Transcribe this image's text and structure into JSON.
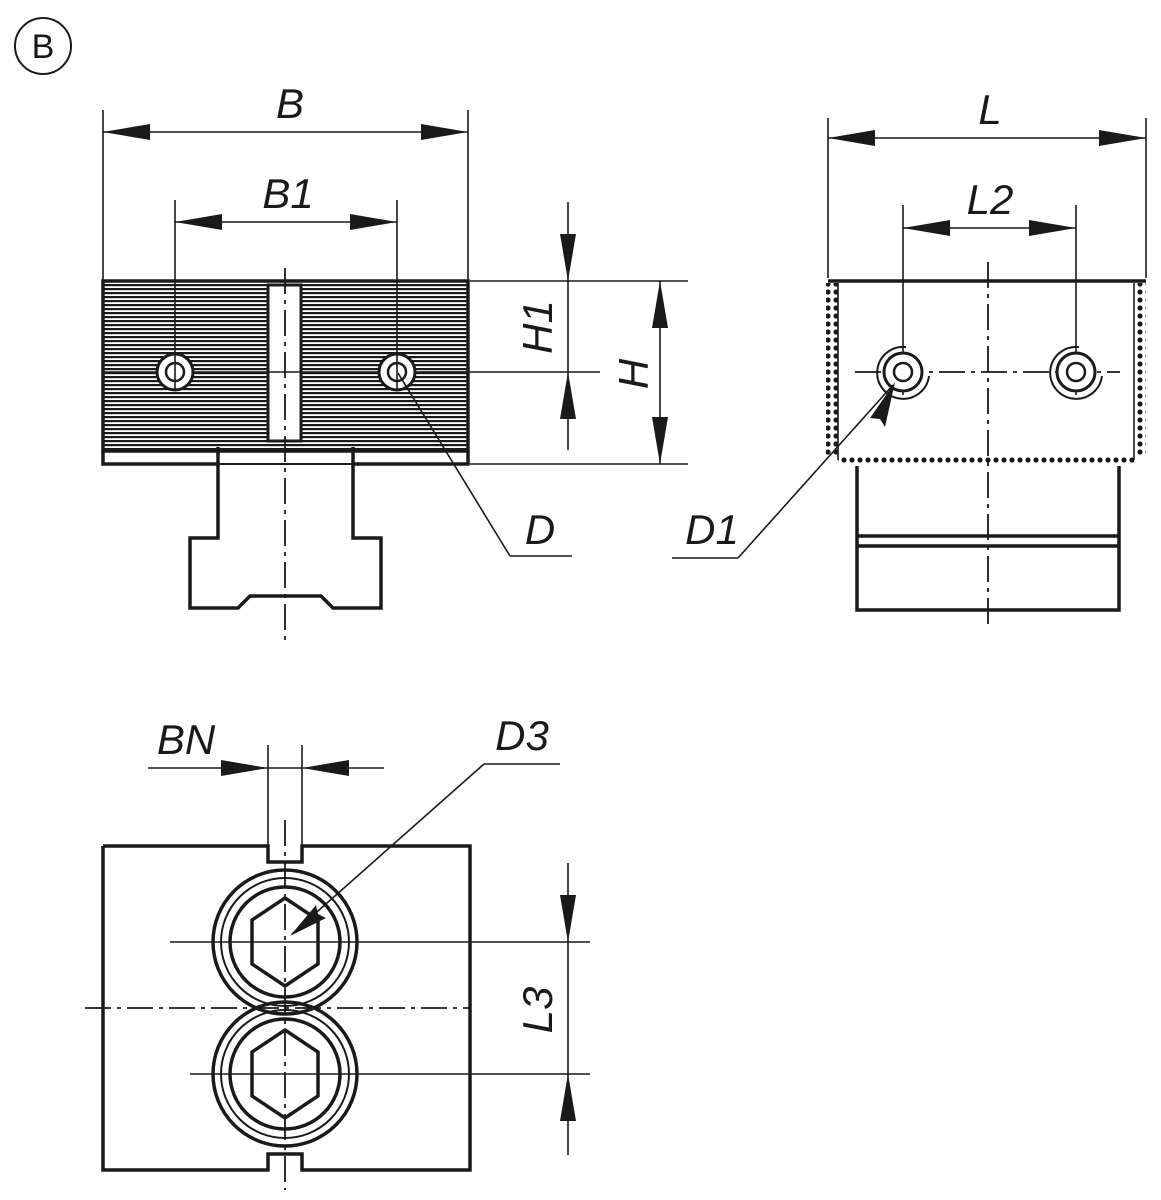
{
  "view_marker": "B",
  "labels": {
    "B": "B",
    "B1": "B1",
    "H1": "H1",
    "H": "H",
    "D": "D",
    "L": "L",
    "L2": "L2",
    "D1": "D1",
    "BN": "BN",
    "D3": "D3",
    "L3": "L3"
  }
}
